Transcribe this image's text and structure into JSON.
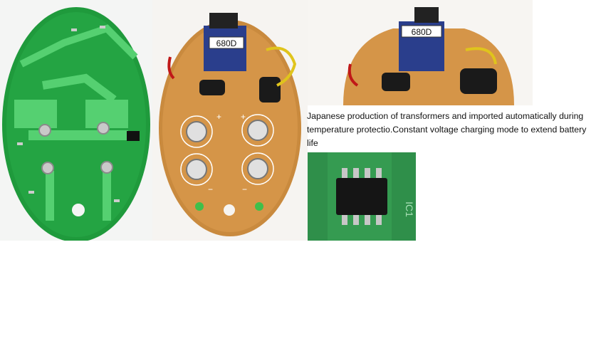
{
  "photos": {
    "green_board": {},
    "brown_board": {
      "transformer_label": "680D",
      "silkscreen_plus": "+",
      "silkscreen_minus": "−"
    },
    "top_right_board": {
      "transformer_label": "680D"
    },
    "chip_closeup": {
      "silkscreen_label": "IC1"
    }
  },
  "caption": {
    "text": "Japanese production of transformers and imported automatically during temperature protectio.Constant voltage charging mode to extend battery life"
  },
  "colors": {
    "pcb_green": "#1f9a3c",
    "pcb_trace": "#4cc86a",
    "pcb_brown": "#c98a3e",
    "capacitor": "#1a1a1a",
    "transformer_blue": "#2a3e8c"
  }
}
